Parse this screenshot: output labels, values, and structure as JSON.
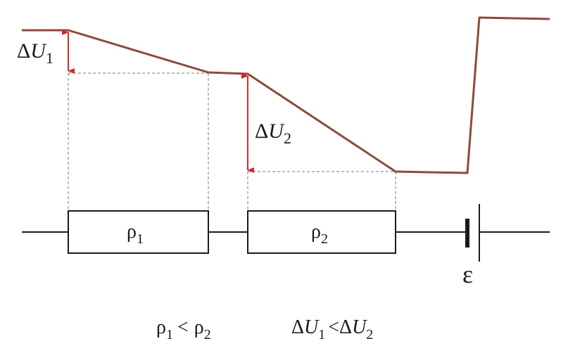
{
  "labels": {
    "delta_u1": {
      "delta": "Δ",
      "var": "U",
      "sub": "1"
    },
    "delta_u2": {
      "delta": "Δ",
      "var": "U",
      "sub": "2"
    },
    "rho1": {
      "sym": "ρ",
      "sub": "1"
    },
    "rho2": {
      "sym": "ρ",
      "sub": "2"
    },
    "emf": "ε"
  },
  "relations": {
    "rho": {
      "lhs": "ρ",
      "lhs_sub": "1",
      "op": "<",
      "rhs": "ρ",
      "rhs_sub": "2"
    },
    "voltage": {
      "lhs_delta": "Δ",
      "lhs": "U",
      "lhs_sub": "1",
      "op": "<",
      "rhs_delta": "Δ",
      "rhs": "U",
      "rhs_sub": "2"
    }
  },
  "colors": {
    "potential_line": "#8b4a3c",
    "arrow": "#d42a2a",
    "wire": "#1a1a1a",
    "guide": "#777777"
  }
}
